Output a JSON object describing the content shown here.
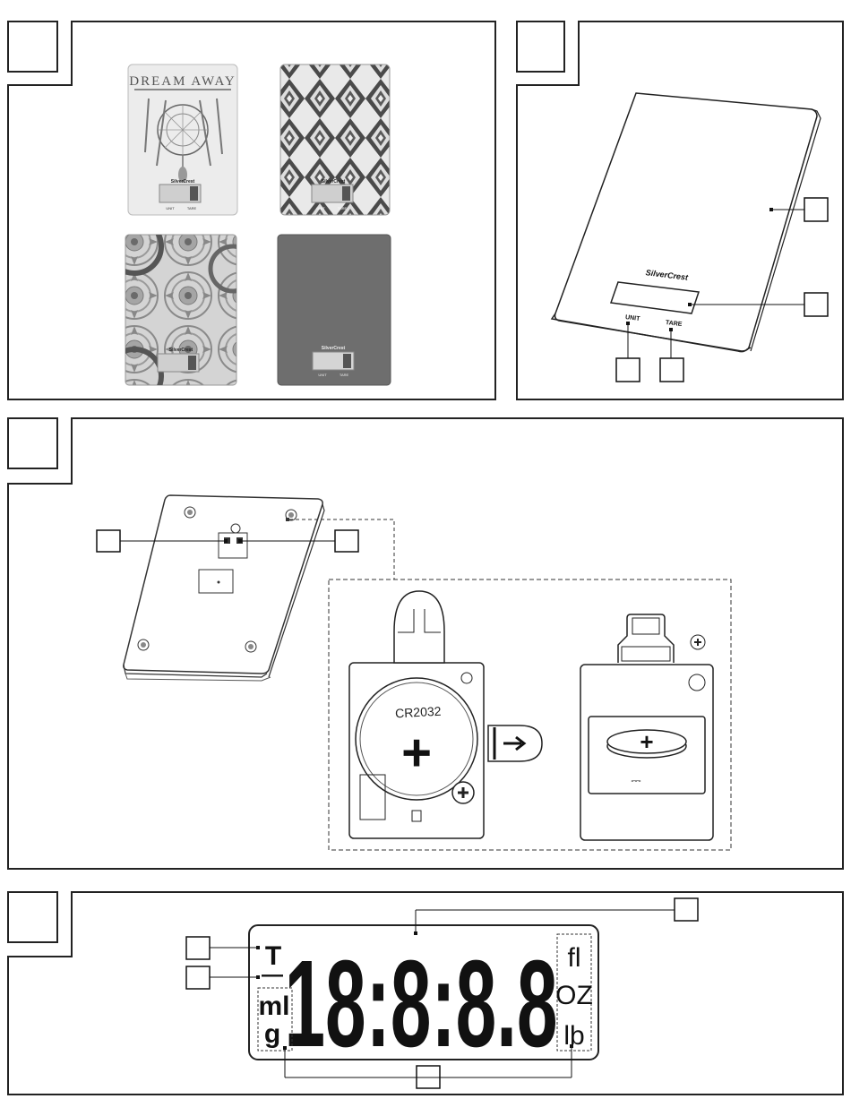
{
  "panels": {
    "a": {
      "kind": "kitchen-scale-designs"
    },
    "b": {
      "kind": "scale-overview"
    },
    "c": {
      "kind": "battery-compartment"
    },
    "d": {
      "kind": "lcd-display"
    }
  },
  "scale_brand": "SilverCrest",
  "scale_dream_text": "DREAM AWAY",
  "scale_buttons": {
    "unit": "UNIT",
    "tare": "TARE"
  },
  "battery": {
    "model": "CR2032",
    "plus": "+",
    "polarity": "+",
    "dc_symbol": "⎓"
  },
  "lcd": {
    "digits": "18:8:8.8",
    "unit_t": "T",
    "unit_minus": "—",
    "unit_ml": "ml",
    "unit_g": "g",
    "unit_fl": "fl",
    "unit_oz": "OZ",
    "unit_lb": "lb"
  },
  "colors": {
    "frame": "#222222",
    "scale_grey": "#6e6e6e",
    "pattern_dark": "#555555",
    "pattern_light": "#d9d9d9"
  }
}
